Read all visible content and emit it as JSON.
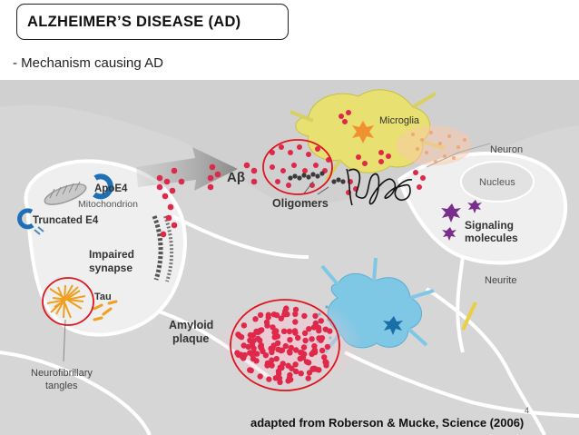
{
  "header": {
    "title": "ALZHEIMER’S DISEASE (AD)",
    "subtitle": "- Mechanism causing AD"
  },
  "diagram": {
    "labels": {
      "microglia": "Microglia",
      "neuron": "Neuron",
      "nucleus": "Nucleus",
      "abeta": "Aβ",
      "oligomers": "Oligomers",
      "apoe4": "ApoE4",
      "mitochondrion": "Mitochondrion",
      "truncated_e4": "Truncated E4",
      "impaired_synapse_1": "Impaired",
      "impaired_synapse_2": "synapse",
      "tau": "Tau",
      "signaling_1": "Signaling",
      "signaling_2": "molecules",
      "neurite": "Neurite",
      "amyloid_1": "Amyloid",
      "amyloid_2": "plaque",
      "neurofibrillary_1": "Neurofibrillary",
      "neurofibrillary_2": "tangles",
      "page_number": "4",
      "credit": "adapted from Roberson & Mucke, Science (2006)"
    },
    "colors": {
      "abeta": "#e0284a",
      "annotation_circle": "#e0141e",
      "microglia": "#e8e070",
      "astrocyte": "#7ec8e6",
      "cell_bg": "#d8d8d8",
      "membrane": "#f4f4f4",
      "apoe4": "#1e6fb5",
      "tau": "#f0a020",
      "signaling": "#7a2e8c"
    }
  }
}
